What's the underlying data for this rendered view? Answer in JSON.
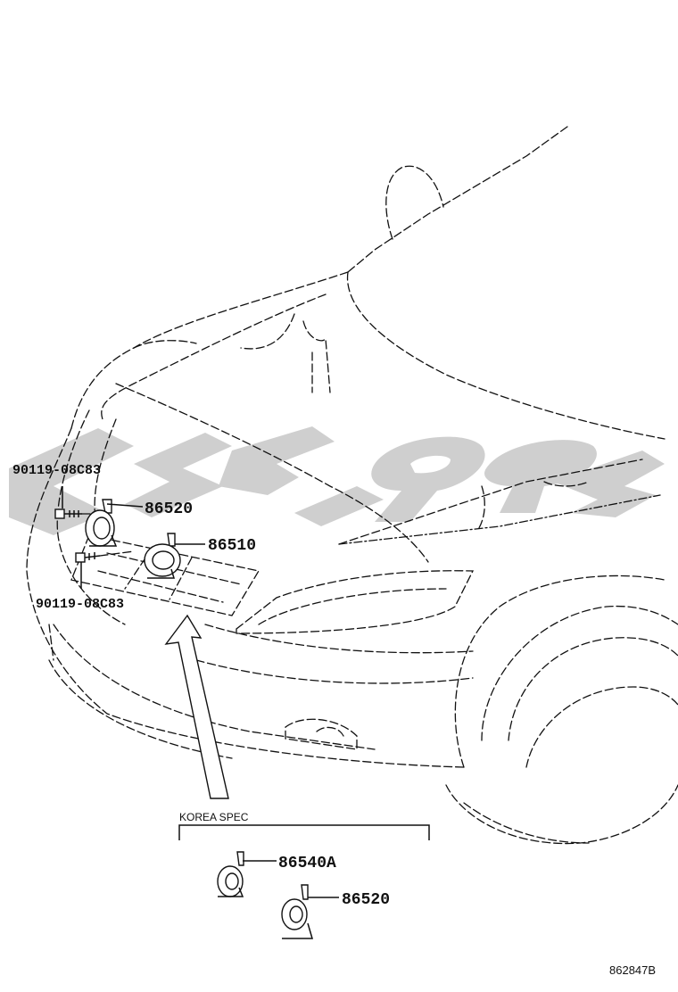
{
  "parts": {
    "bolt_upper": "90119-08C83",
    "horn_high": "86520",
    "horn_low": "86510",
    "bolt_lower": "90119-08C83"
  },
  "korea_spec": {
    "title": "KOREA SPEC",
    "horn_a": "86540A",
    "horn_b": "86520"
  },
  "diagram_id": "862847B",
  "colors": {
    "line": "#111111",
    "watermark": "#d0d0d0",
    "background": "#ffffff"
  }
}
